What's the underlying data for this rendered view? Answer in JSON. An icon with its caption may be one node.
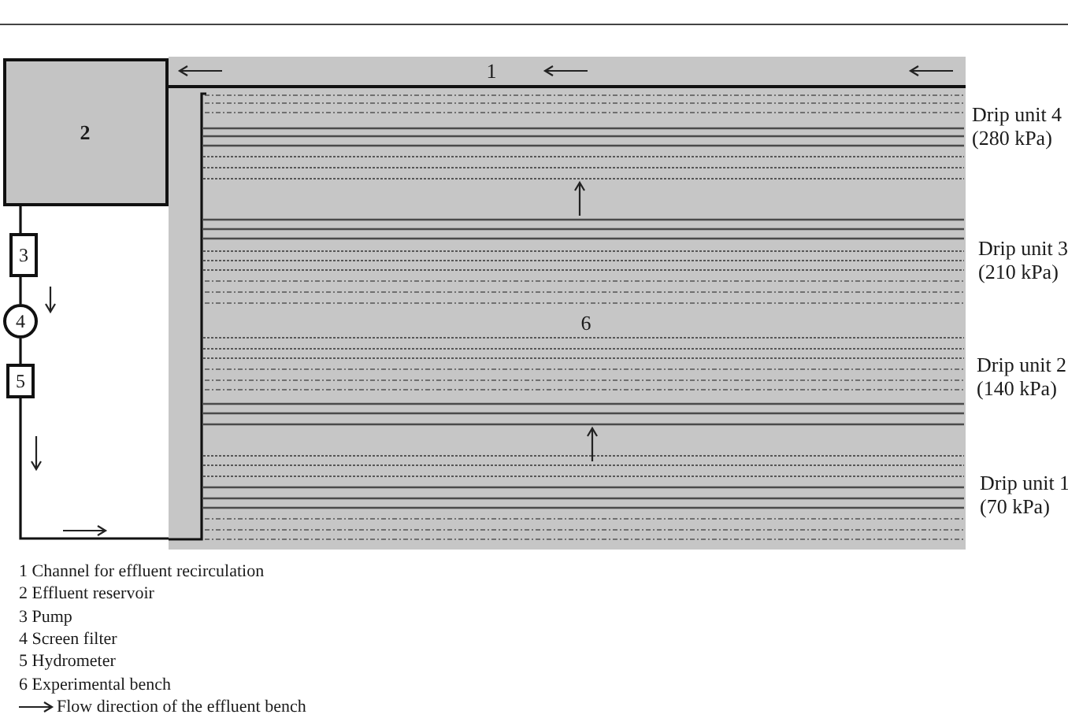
{
  "diagram": {
    "nodes": [
      {
        "text": [
          "1"
        ]
      },
      {
        "text": [
          "2"
        ]
      },
      {
        "text": [
          "3"
        ]
      },
      {
        "text": [
          "4"
        ]
      },
      {
        "text": [
          "5"
        ]
      },
      {
        "text": [
          "6"
        ]
      }
    ],
    "edges": [
      {
        "from": 1,
        "to": 2,
        "arrow": "none"
      },
      {
        "from": 2,
        "to": 3,
        "arrow": "none"
      },
      {
        "from": 3,
        "to": 4,
        "arrow": "none"
      },
      {
        "from": 4,
        "to": 5,
        "arrow": "none"
      }
    ],
    "labels": [
      "Drip unit 4 (280 kPa)",
      "Drip unit 3 (210 kPa)",
      "Drip unit 2 (140 kPa)",
      "Drip unit 1 (70 kPa)",
      "1 Channel for effluent recirculation",
      "2 Effluent reservoir",
      "3 Pump",
      "4 Screen filter",
      "5 Hydrometer",
      "6 Experimental bench"
    ],
    "legend": [
      {
        "text": "Flow direction of the effluent bench"
      }
    ]
  }
}
